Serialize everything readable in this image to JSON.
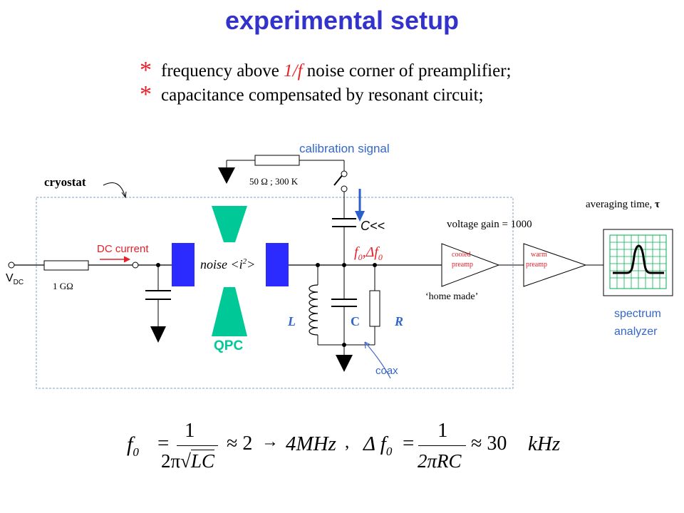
{
  "title": "experimental setup",
  "bullets": {
    "b1_pre": "frequency above",
    "b1_em": "1/f",
    "b1_post": "noise corner of preamplifier;",
    "b2": "capacitance compensated by resonant circuit;"
  },
  "labels": {
    "calibration_signal": "calibration signal",
    "resistor_50": "50 Ω ; 300 K",
    "cryostat": "cryostat",
    "c_small": "C<<",
    "voltage_gain": "voltage gain = 1000",
    "averaging_time": "averaging time,",
    "tau": "τ",
    "dc_current": "DC current",
    "noise": "noise <i",
    "noise_sup": "2",
    "noise_end": ">",
    "f0": "f",
    "f0_sub": "0",
    "f0_sep": ",",
    "delta_f0": "Δf",
    "delta_f0_sub": "0",
    "cooled": "cooled",
    "cooled2": "preamp",
    "warm": "warm",
    "warm2": "preamp",
    "vdc": "V",
    "vdc_sub": "DC",
    "r_1g": "1 GΩ",
    "home_made": "‘home made’",
    "spectrum": "spectrum",
    "analyzer": "analyzer",
    "L": "L",
    "C": "C",
    "R": "R",
    "qpc": "QPC",
    "coax": "coax"
  },
  "formula": {
    "f0_lhs": "f",
    "f0_sub": "0",
    "eq1": "=",
    "num1": "1",
    "den1_pre": "2π",
    "den1_rad": "LC",
    "approx1": "≈ 2",
    "arrow": "→",
    "result1": "4MHz",
    "comma": ",",
    "df_lhs": "Δ f",
    "df_sub": "0",
    "eq2": "=",
    "num2": "1",
    "den2": "2πRC",
    "approx2": "≈ 30",
    "result2": "kHz"
  },
  "colors": {
    "title": "#3333cc",
    "accent_red": "#e8202a",
    "label_blue": "#3366cc",
    "contact_blue": "#2b2bff",
    "qpc_green": "#00c896",
    "cryostat_border": "#7fa0c0"
  }
}
